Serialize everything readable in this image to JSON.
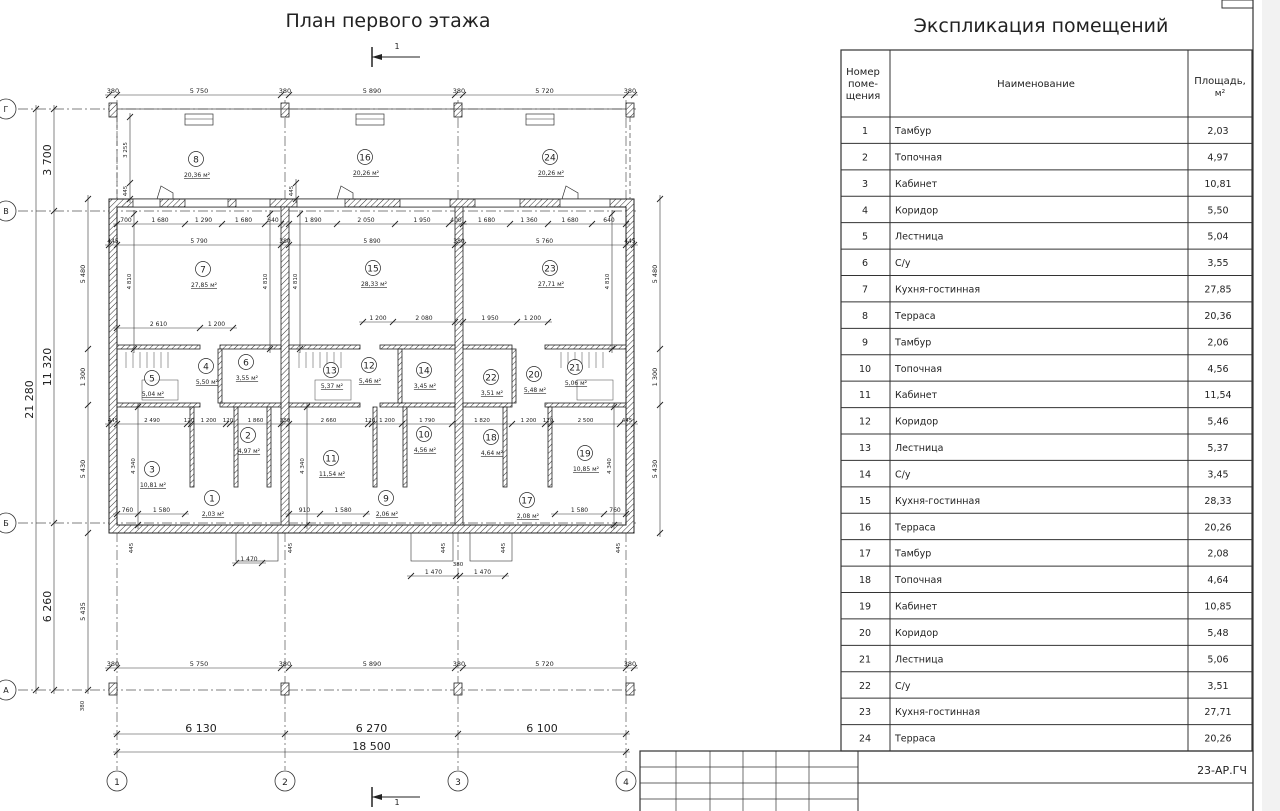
{
  "plan": {
    "title": "План первого этажа",
    "section_mark": "1",
    "axes_rows": [
      "Г",
      "В",
      "Б",
      "А"
    ],
    "axes_cols": [
      "1",
      "2",
      "3",
      "4"
    ],
    "rooms": [
      {
        "n": "8",
        "a": "20,36 м²"
      },
      {
        "n": "16",
        "a": "20,26 м²"
      },
      {
        "n": "24",
        "a": "20,26 м²"
      },
      {
        "n": "7",
        "a": "27,85 м²"
      },
      {
        "n": "15",
        "a": "28,33 м²"
      },
      {
        "n": "23",
        "a": "27,71 м²"
      },
      {
        "n": "5",
        "a": "5,04 м²"
      },
      {
        "n": "4",
        "a": "5,50 м²"
      },
      {
        "n": "6",
        "a": "3,55 м²"
      },
      {
        "n": "13",
        "a": "5,37 м²"
      },
      {
        "n": "12",
        "a": "5,46 м²"
      },
      {
        "n": "14",
        "a": "3,45 м²"
      },
      {
        "n": "22",
        "a": "3,51 м²"
      },
      {
        "n": "20",
        "a": "5,48 м²"
      },
      {
        "n": "21",
        "a": "5,06 м²"
      },
      {
        "n": "2",
        "a": "4,97 м²"
      },
      {
        "n": "3",
        "a": "10,81 м²"
      },
      {
        "n": "11",
        "a": "11,54 м²"
      },
      {
        "n": "10",
        "a": "4,56 м²"
      },
      {
        "n": "18",
        "a": "4,64 м²"
      },
      {
        "n": "19",
        "a": "10,85 м²"
      },
      {
        "n": "1",
        "a": "2,03 м²"
      },
      {
        "n": "9",
        "a": "2,06 м²"
      },
      {
        "n": "17",
        "a": "2,08 м²"
      }
    ],
    "dims_top": [
      "380",
      "5 750",
      "380",
      "5 890",
      "380",
      "5 720",
      "380"
    ],
    "dims_bottom": [
      "380",
      "5 750",
      "380",
      "5 890",
      "380",
      "5 720",
      "380"
    ],
    "dims_axes": [
      "6 130",
      "6 270",
      "6 100"
    ],
    "dim_total": "18 500",
    "dims_left_outer": [
      "3 700",
      "11 320",
      "6 260"
    ],
    "dim_left_total": "21 280",
    "dims_left_inner": [
      "5 480",
      "1 300",
      "5 430",
      "5 435"
    ],
    "dims_right": [
      "5 480",
      "1 300",
      "5 430"
    ],
    "dims_row2": [
      "700",
      "1 680",
      "1 290",
      "1 680",
      "640",
      "1 890",
      "2 050",
      "1 950",
      "400",
      "1 680",
      "1 360",
      "1 680",
      "640"
    ],
    "dims_row3": [
      "445",
      "5 790",
      "380",
      "5 890",
      "380",
      "5 760",
      "445"
    ],
    "dims_row4": [
      "2 610",
      "1 200",
      "1 200",
      "2 080",
      "1 950",
      "1 200"
    ],
    "dims_row5": [
      "445",
      "2 490",
      "120",
      "1 200",
      "120",
      "1 860",
      "380",
      "2 660",
      "120",
      "1 200",
      "1 790",
      "1 820",
      "1 200",
      "120",
      "2 500",
      "445"
    ],
    "dims_row6": [
      "760",
      "1 580",
      "910",
      "1 580",
      "1 580",
      "760"
    ],
    "dims_vert": [
      "4 810",
      "4 810",
      "4 810",
      "4 810",
      "4 340",
      "4 340",
      "4 340",
      "3 255",
      "445",
      "445"
    ],
    "dims_misc": [
      "1 470",
      "1 470",
      "1 470",
      "380",
      "445",
      "445",
      "445",
      "445",
      "445",
      "380"
    ]
  },
  "explication": {
    "title": "Экспликация помещений",
    "headers": {
      "num": "Номер поме- щения",
      "name": "Наименование",
      "area": "Площадь, м²"
    },
    "rows": [
      [
        "1",
        "Тамбур",
        "2,03"
      ],
      [
        "2",
        "Топочная",
        "4,97"
      ],
      [
        "3",
        "Кабинет",
        "10,81"
      ],
      [
        "4",
        "Коридор",
        "5,50"
      ],
      [
        "5",
        "Лестница",
        "5,04"
      ],
      [
        "6",
        "С/у",
        "3,55"
      ],
      [
        "7",
        "Кухня-гостинная",
        "27,85"
      ],
      [
        "8",
        "Терраса",
        "20,36"
      ],
      [
        "9",
        "Тамбур",
        "2,06"
      ],
      [
        "10",
        "Топочная",
        "4,56"
      ],
      [
        "11",
        "Кабинет",
        "11,54"
      ],
      [
        "12",
        "Коридор",
        "5,46"
      ],
      [
        "13",
        "Лестница",
        "5,37"
      ],
      [
        "14",
        "С/у",
        "3,45"
      ],
      [
        "15",
        "Кухня-гостинная",
        "28,33"
      ],
      [
        "16",
        "Терраса",
        "20,26"
      ],
      [
        "17",
        "Тамбур",
        "2,08"
      ],
      [
        "18",
        "Топочная",
        "4,64"
      ],
      [
        "19",
        "Кабинет",
        "10,85"
      ],
      [
        "20",
        "Коридор",
        "5,48"
      ],
      [
        "21",
        "Лестница",
        "5,06"
      ],
      [
        "22",
        "С/у",
        "3,51"
      ],
      [
        "23",
        "Кухня-гостинная",
        "27,71"
      ],
      [
        "24",
        "Терраса",
        "20,26"
      ]
    ]
  },
  "stamp": {
    "code": "23-АР.ГЧ"
  }
}
